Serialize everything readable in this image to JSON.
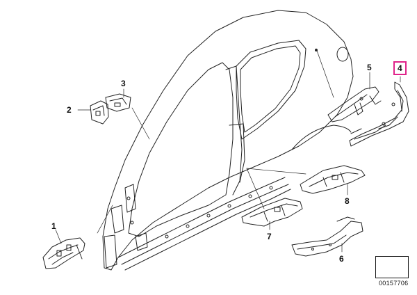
{
  "callouts": [
    {
      "id": "c1",
      "label": "1"
    },
    {
      "id": "c2",
      "label": "2"
    },
    {
      "id": "c3",
      "label": "3"
    },
    {
      "id": "c4",
      "label": "4"
    },
    {
      "id": "c5",
      "label": "5"
    },
    {
      "id": "c6",
      "label": "6"
    },
    {
      "id": "c7",
      "label": "7"
    },
    {
      "id": "c8",
      "label": "8"
    }
  ],
  "highlight_color": "#e0238a",
  "line_color": "#222222",
  "document_number": "00157706"
}
